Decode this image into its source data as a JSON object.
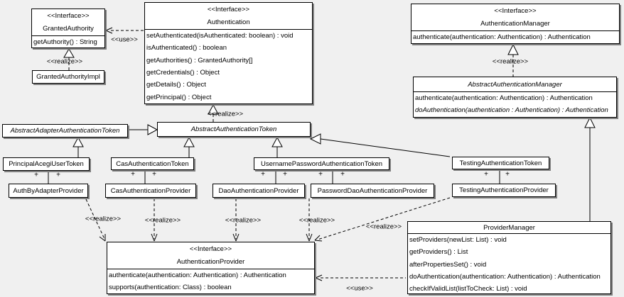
{
  "diagram": {
    "classes": {
      "granted_authority": {
        "stereotype": "<<Interface>>",
        "name": "GrantedAuthority",
        "methods": [
          "getAuthority() : String"
        ]
      },
      "granted_authority_impl": {
        "name": "GrantedAuthorityImpl"
      },
      "authentication": {
        "stereotype": "<<Interface>>",
        "name": "Authentication",
        "methods": [
          "setAuthenticated(isAuthenticated: boolean) : void",
          "isAuthenticated() : boolean",
          "getAuthorities() : GrantedAuthority[]",
          "getCredentials() : Object",
          "getDetails() : Object",
          "getPrincipal() : Object"
        ]
      },
      "authentication_manager": {
        "stereotype": "<<Interface>>",
        "name": "AuthenticationManager",
        "methods": [
          "authenticate(authentication: Authentication) : Authentication"
        ]
      },
      "abstract_authentication_manager": {
        "name": "AbstractAuthenticationManager",
        "methods": [
          "authenticate(authentication: Authentication) : Authentication",
          "doAuthentication(authentication : Authentication) : Authentication"
        ]
      },
      "abstract_adapter_authentication_token": {
        "name": "AbstractAdapterAuthenticationToken"
      },
      "abstract_authentication_token": {
        "name": "AbstractAuthenticationToken"
      },
      "principal_acegi_user_token": {
        "name": "PrincipalAcegiUserToken"
      },
      "cas_authentication_token": {
        "name": "CasAuthenticationToken"
      },
      "username_password_authentication_token": {
        "name": "UsernamePasswordAuthenticationToken"
      },
      "testing_authentication_token": {
        "name": "TestingAuthenticationToken"
      },
      "auth_by_adapter_provider": {
        "name": "AuthByAdapterProvider"
      },
      "cas_authentication_provider": {
        "name": "CasAuthenticationProvider"
      },
      "dao_authentication_provider": {
        "name": "DaoAuthenticationProvider"
      },
      "password_dao_authentication_provider": {
        "name": "PasswordDaoAuthenticationProvider"
      },
      "testing_authentication_provider": {
        "name": "TestingAuthenticationProvider"
      },
      "provider_manager": {
        "name": "ProviderManager",
        "methods": [
          "setProviders(newList: List) : void",
          "getProviders() : List",
          "afterPropertiesSet() : void",
          "doAuthentication(authentication: Authentication) : Authentication",
          "checkIfValidList(listToCheck: List) : void"
        ]
      },
      "authentication_provider": {
        "stereotype": "<<Interface>>",
        "name": "AuthenticationProvider",
        "methods": [
          "authenticate(authentication: Authentication) : Authentication",
          "supports(authentication: Class) : boolean"
        ]
      }
    },
    "edge_labels": {
      "realize": "<<realize>>",
      "use": "<<use>>",
      "plus": "+"
    },
    "colors": {
      "background": "#f0f0f0",
      "box_fill": "#ffffff",
      "line": "#000000",
      "shadow": "#808080"
    }
  }
}
